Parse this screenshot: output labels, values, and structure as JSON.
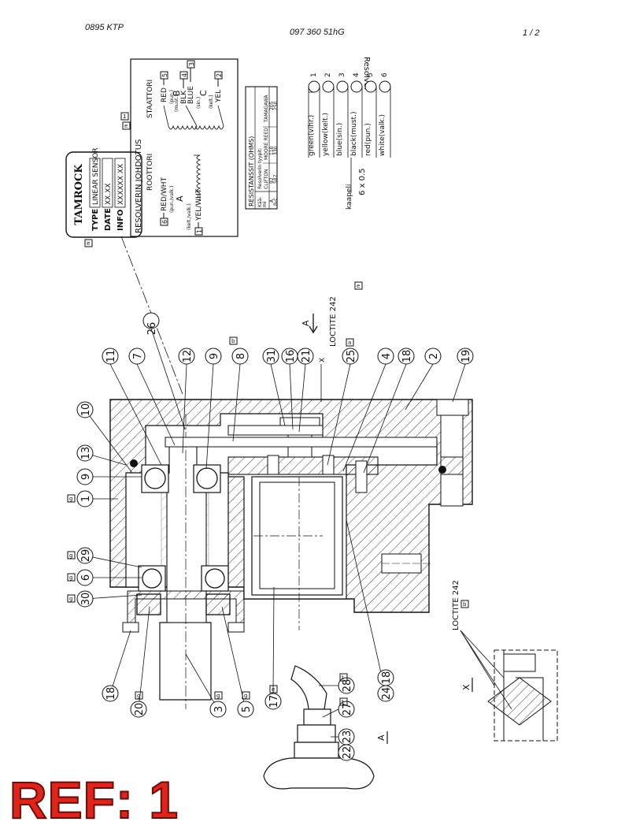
{
  "header": {
    "left": "0895 KTP",
    "center": "097 360 51hG",
    "right": "1 / 2"
  },
  "stamp": "REF: 1",
  "nameplate": {
    "logo": "TAMROCK",
    "rows": [
      [
        "TYPE",
        "LINEAR SENSOR"
      ],
      [
        "DATE",
        "XX.XX"
      ],
      [
        "INFO",
        "XXXXXX XX"
      ]
    ]
  },
  "wiring": {
    "title": "RESOLVERIN JOHDOTUS",
    "rotor": "ROOTTORI",
    "stator": "STAATTORI",
    "rotor_terms": [
      {
        "num": "6",
        "name": "RED/WHT",
        "sub": "(pun./valk.)"
      },
      {
        "num": "1",
        "name": "YEL/WHT",
        "sub": "(kelt./valk.)"
      }
    ],
    "rotor_coil": "A",
    "stator_terms": [
      {
        "num": "5",
        "name": "RED",
        "sub": "(pun.)"
      },
      {
        "num": "4",
        "name": "BLK",
        "sub": "(must.)"
      },
      {
        "num": "3",
        "name": "BLUE",
        "sub": "(sin.)"
      },
      {
        "num": "2",
        "name": "YEL",
        "sub": "(kelt.)"
      }
    ],
    "stator_coils": [
      "B",
      "C"
    ]
  },
  "resistance": {
    "title": "RESISTANSSIT (OHMS)",
    "col_kaa": "Kää-",
    "col_mi": "mi",
    "col_types": "Resolverin tyypit:",
    "types": [
      "CLIFTON",
      "MOORE REED",
      "TAMAGAWA"
    ],
    "rows": [
      {
        "label": "A",
        "values": [
          "92",
          "110",
          "205"
        ]
      },
      {
        "label": "B-C",
        "values": [
          "587",
          "330",
          "250"
        ]
      }
    ]
  },
  "cable": {
    "title": "Resolver",
    "pins": [
      "1",
      "2",
      "3",
      "4",
      "5",
      "6"
    ],
    "wires": [
      "green(vihr.)",
      "yellow(kelt.)",
      "blue(sin.)",
      "black(must.)",
      "red(pun.)",
      "white(valk.)"
    ],
    "kaapeli": "kaapeli",
    "size": "6 x 0.5"
  },
  "callouts": [
    "26",
    "11",
    "7",
    "12",
    "9",
    "8",
    "31",
    "16",
    "21",
    "25",
    "4",
    "18",
    "2",
    "19",
    "10",
    "13",
    "9",
    "1",
    "29",
    "6",
    "30",
    "18",
    "20",
    "3",
    "5",
    "17",
    "24",
    "18",
    "28",
    "27",
    "23",
    "22"
  ],
  "notes": {
    "loctite_top": "LOCTITE 242",
    "loctite_bottom": "LOCTITE 242",
    "section_a": "A",
    "section_x": "X",
    "view_x": "X",
    "view_a": "A"
  },
  "flags": {
    "a": "a",
    "b": "b",
    "d": "d",
    "e": "e",
    "g": "g",
    "t": "t",
    "one": "1"
  }
}
